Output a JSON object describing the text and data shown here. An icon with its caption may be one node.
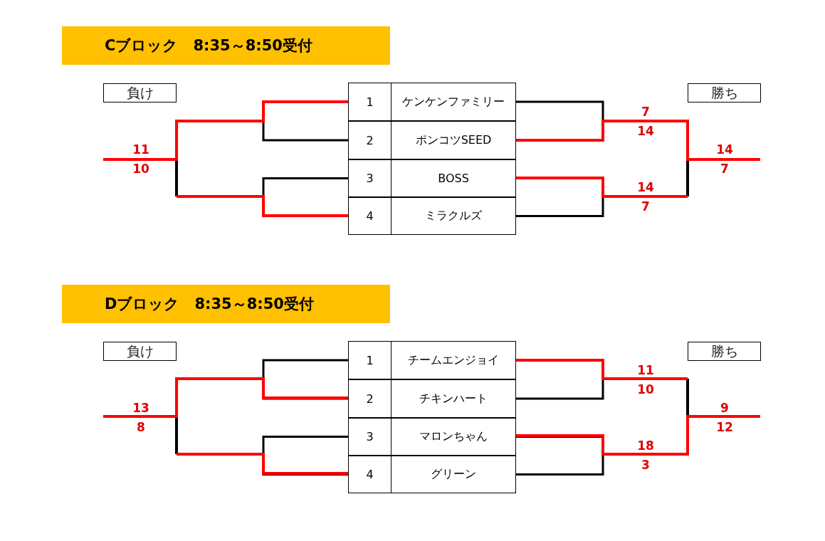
{
  "diagram": {
    "nodes": [
      {
        "text": [
          "Cブロック　8:35～8:50受付"
        ]
      },
      {
        "text": [
          "負け"
        ]
      },
      {
        "text": [
          "勝ち"
        ]
      },
      {
        "text": [
          "1",
          "ケンケンファミリー"
        ]
      },
      {
        "text": [
          "2",
          "ポンコツSEED"
        ]
      },
      {
        "text": [
          "3",
          "BOSS"
        ]
      },
      {
        "text": [
          "4",
          "ミラクルズ"
        ]
      },
      {
        "text": [
          "Dブロック　8:35～8:50受付"
        ]
      },
      {
        "text": [
          "負け"
        ]
      },
      {
        "text": [
          "勝ち"
        ]
      },
      {
        "text": [
          "1",
          "チームエンジョイ"
        ]
      },
      {
        "text": [
          "2",
          "チキンハート"
        ]
      },
      {
        "text": [
          "3",
          "マロンちゃん"
        ]
      },
      {
        "text": [
          "4",
          "グリーン"
        ]
      }
    ],
    "edges": [
      {
        "from": 3,
        "to": 4,
        "arrow": "none"
      },
      {
        "from": 5,
        "to": 6,
        "arrow": "none"
      },
      {
        "from": 3,
        "to": 4,
        "arrow": "none"
      },
      {
        "from": 5,
        "to": 6,
        "arrow": "none"
      },
      {
        "from": 10,
        "to": 11,
        "arrow": "none"
      },
      {
        "from": 12,
        "to": 13,
        "arrow": "none"
      },
      {
        "from": 10,
        "to": 11,
        "arrow": "none"
      },
      {
        "from": 12,
        "to": 13,
        "arrow": "none"
      }
    ],
    "labels": [
      "7",
      "14",
      "11",
      "14",
      "10",
      "7",
      "14",
      "7",
      "11",
      "10",
      "13",
      "9",
      "8",
      "12",
      "18",
      "3"
    ]
  }
}
